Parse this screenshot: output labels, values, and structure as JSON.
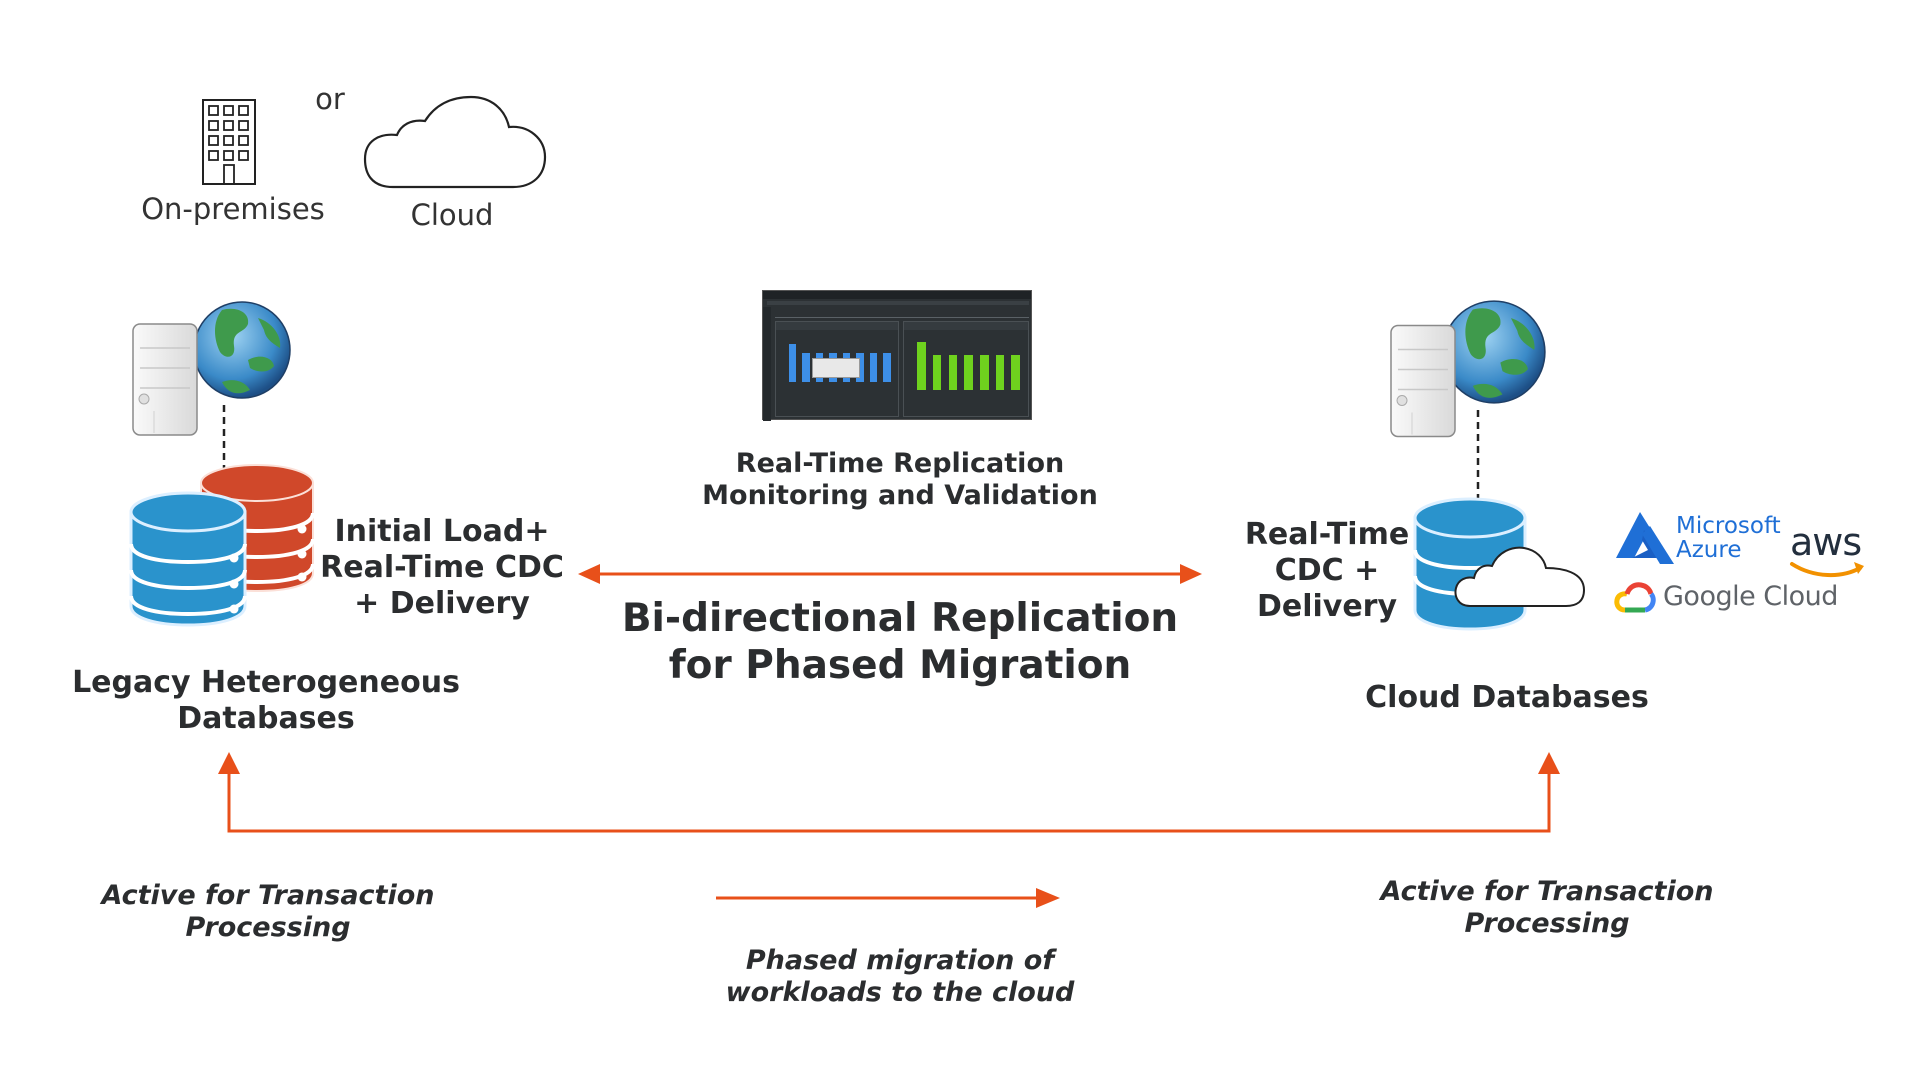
{
  "top": {
    "on_premises_label": "On-premises",
    "or_label": "or",
    "cloud_label": "Cloud"
  },
  "left": {
    "process_lines": [
      "Initial Load+",
      "Real-Time CDC",
      "+ Delivery"
    ],
    "title_lines": [
      "Legacy Heterogeneous",
      "Databases"
    ],
    "active_lines": [
      "Active for Transaction",
      "Processing"
    ]
  },
  "center": {
    "monitor_lines": [
      "Real-Time Replication",
      "Monitoring and Validation"
    ],
    "bidirectional_lines": [
      "Bi-directional Replication",
      "for Phased Migration"
    ],
    "phased_lines": [
      "Phased migration of",
      "workloads to the cloud"
    ],
    "dashboard": {
      "source_bars": [
        0.82,
        0.62,
        0.62,
        0.62,
        0.62,
        0.62,
        0.62,
        0.62
      ],
      "target_bars": [
        0.85,
        0.62,
        0.62,
        0.62,
        0.62,
        0.62,
        0.62
      ]
    }
  },
  "right": {
    "process_lines": [
      "Real-Time",
      "CDC +",
      "Delivery"
    ],
    "title": "Cloud Databases",
    "active_lines": [
      "Active for Transaction",
      "Processing"
    ],
    "providers": {
      "azure_line1": "Microsoft",
      "azure_line2": "Azure",
      "aws": "aws",
      "google": "Google Cloud"
    }
  },
  "colors": {
    "arrow": "#e8501a",
    "db_blue": "#2a93cc",
    "db_red": "#d0482a",
    "azure": "#1f6fd6",
    "text": "#2b2d2f"
  }
}
